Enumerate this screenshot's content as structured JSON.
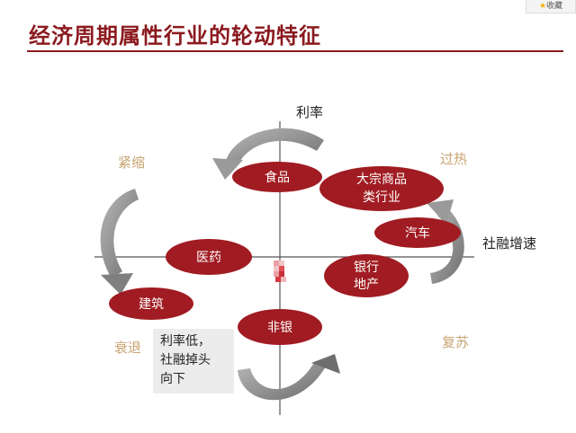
{
  "title": "经济周期属性行业的轮动特征",
  "bookmark_label": "收藏",
  "axes": {
    "y_label": "利率",
    "x_label": "社融增速"
  },
  "quadrants": {
    "top_left": "紧缩",
    "top_right": "过热",
    "bottom_left": "衰退",
    "bottom_right": "复苏"
  },
  "sectors": {
    "food": [
      "食品"
    ],
    "commodities": [
      "大宗商品",
      "类行业"
    ],
    "auto": [
      "汽车"
    ],
    "pharma": [
      "医药"
    ],
    "bank_realestate": [
      "银行",
      "地产"
    ],
    "construction": [
      "建筑"
    ],
    "nonbank": [
      "非银"
    ]
  },
  "note": [
    "利率低，",
    "社融掉头",
    "向下"
  ],
  "colors": {
    "title": "#8b1a1f",
    "ellipse": "#a01c22",
    "quadrant_label": "#c8a472",
    "arrow": "#8c8c8c"
  }
}
